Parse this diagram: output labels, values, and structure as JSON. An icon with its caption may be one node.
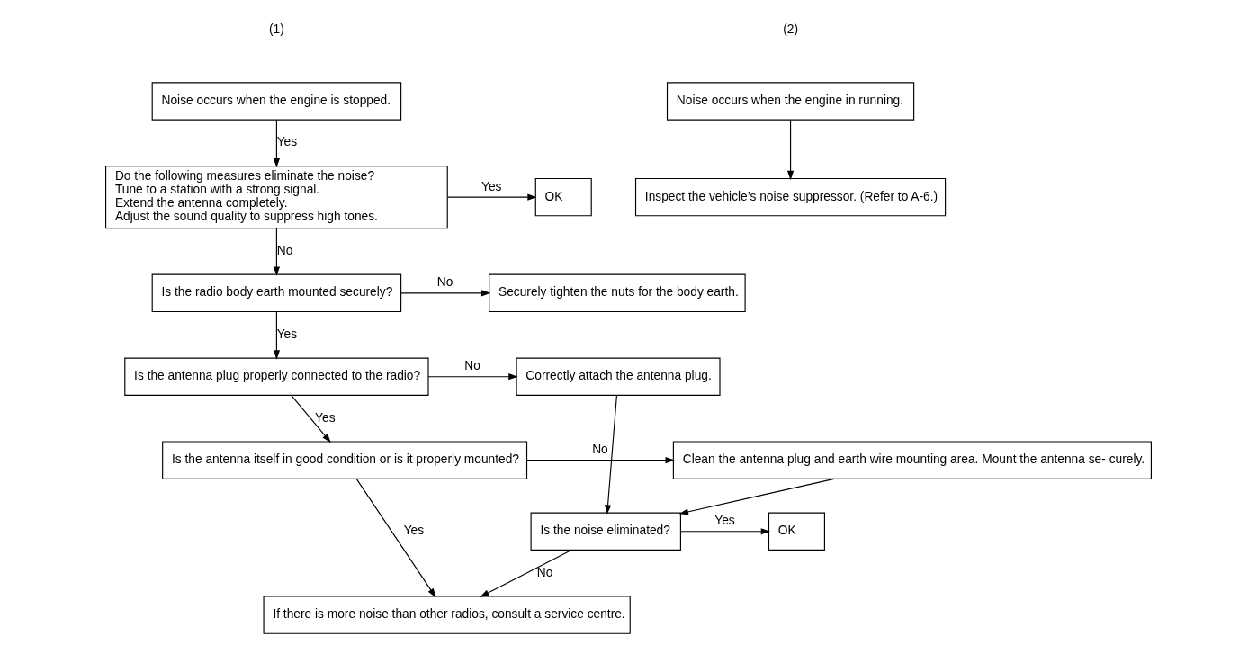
{
  "diagram": {
    "nodes": [
      {
        "text": [
          "Noise occurs when the engine is stopped."
        ]
      },
      {
        "text": [
          "Do the following measures eliminate the noise?",
          "Tune to a station with a strong signal.",
          "Extend the antenna completely.",
          "Adjust the sound quality to suppress high tones."
        ]
      },
      {
        "text": [
          "OK"
        ]
      },
      {
        "text": [
          "Is the radio body earth mounted securely?"
        ]
      },
      {
        "text": [
          "Securely tighten the nuts for the body earth."
        ]
      },
      {
        "text": [
          "Is the antenna plug properly connected to the radio?"
        ]
      },
      {
        "text": [
          "Correctly attach the antenna plug."
        ]
      },
      {
        "text": [
          "Is the antenna itself in good condition or is it properly mounted?"
        ]
      },
      {
        "text": [
          "Clean the antenna plug and earth wire mounting area. Mount the antenna se- curely."
        ]
      },
      {
        "text": [
          "Is the noise eliminated?"
        ]
      },
      {
        "text": [
          "OK"
        ]
      },
      {
        "text": [
          "If there is more noise than other radios, consult a service centre."
        ]
      },
      {
        "text": [
          "Noise occurs when the engine in running."
        ]
      },
      {
        "text": [
          "Inspect the vehicle’s noise suppressor. (Refer to A-6.)"
        ]
      }
    ],
    "edges": [
      {
        "from": 0,
        "to": 1,
        "arrow": "to",
        "label": "Yes"
      },
      {
        "from": 1,
        "to": 2,
        "arrow": "to",
        "label": "Yes"
      },
      {
        "from": 1,
        "to": 3,
        "arrow": "to",
        "label": "No"
      },
      {
        "from": 3,
        "to": 4,
        "arrow": "to",
        "label": "No"
      },
      {
        "from": 3,
        "to": 5,
        "arrow": "to",
        "label": "Yes"
      },
      {
        "from": 5,
        "to": 6,
        "arrow": "to",
        "label": "No"
      },
      {
        "from": 5,
        "to": 7,
        "arrow": "to",
        "label": "Yes"
      },
      {
        "from": 7,
        "to": 8,
        "arrow": "to",
        "label": "No"
      },
      {
        "from": 7,
        "to": 11,
        "arrow": "to",
        "label": "Yes"
      },
      {
        "from": 8,
        "to": 9,
        "arrow": "to"
      },
      {
        "from": 6,
        "to": 9,
        "arrow": "to"
      },
      {
        "from": 9,
        "to": 10,
        "arrow": "to",
        "label": "Yes"
      },
      {
        "from": 9,
        "to": 11,
        "arrow": "to",
        "label": "No"
      },
      {
        "from": 12,
        "to": 13,
        "arrow": "to"
      }
    ],
    "labels": [
      "(1)",
      "(2)"
    ]
  }
}
